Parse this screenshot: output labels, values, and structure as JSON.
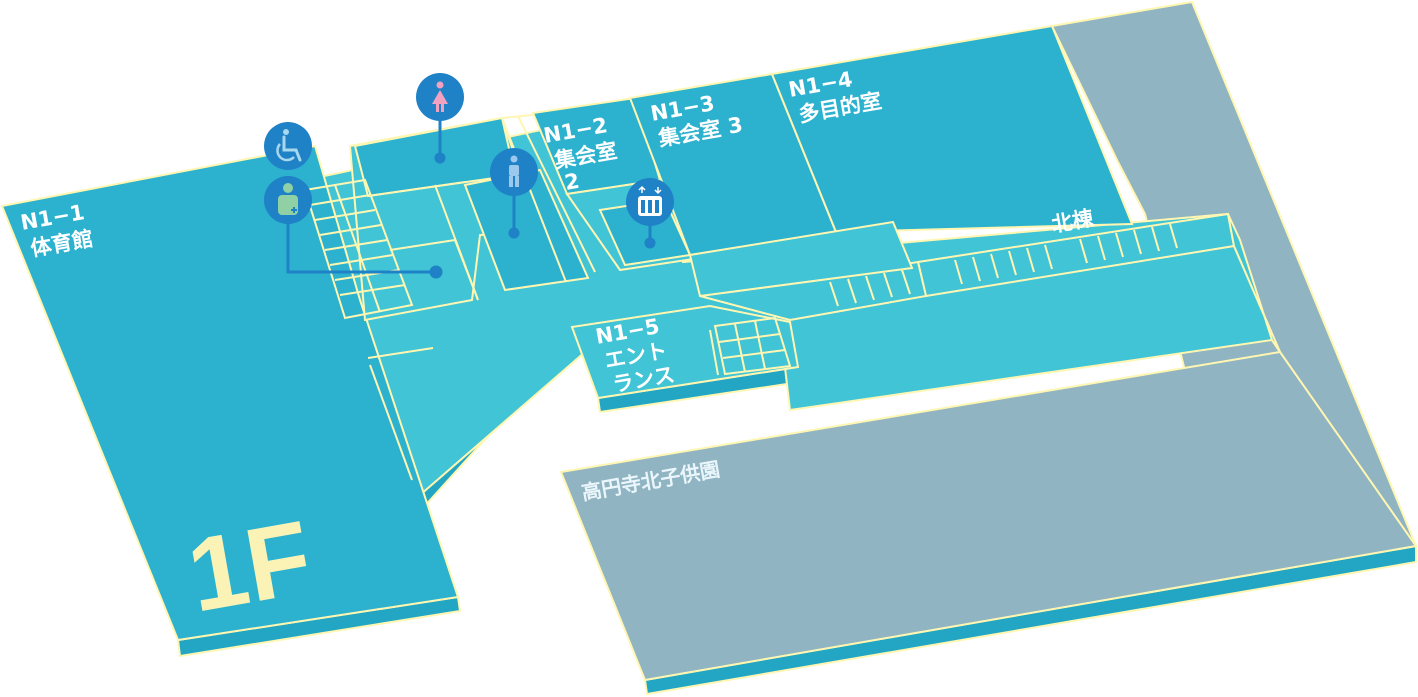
{
  "floor": {
    "label": "1F"
  },
  "colors": {
    "room": "#2cb2cf",
    "corridor": "#40c4d6",
    "slab_side": "#22a6c4",
    "outline": "#fff6b2",
    "grey_area": "#90b4c2",
    "marker": "#1f81c6",
    "female_icon": "#f2a2c0",
    "male_icon": "#9cc8ee",
    "first_aid_icon": "#8fd1a5"
  },
  "rooms": {
    "n1_1": {
      "code": "N1−1",
      "name": "体育館"
    },
    "n1_2": {
      "code": "N1−2",
      "name_line1": "集会室",
      "name_line2": "2"
    },
    "n1_3": {
      "code": "N1−3",
      "name": "集会室 3"
    },
    "n1_4": {
      "code": "N1−4",
      "name": "多目的室"
    },
    "n1_5": {
      "code": "N1−5",
      "name_line1": "エント",
      "name_line2": "ランス"
    }
  },
  "areas": {
    "north_wing": "北棟",
    "park": "高円寺北子供園"
  },
  "markers": [
    {
      "icon": "wheelchair-icon",
      "meaning": "accessible toilet"
    },
    {
      "icon": "first-aid-icon",
      "meaning": "first aid"
    },
    {
      "icon": "female-icon",
      "meaning": "women's toilet"
    },
    {
      "icon": "male-icon",
      "meaning": "men's toilet"
    },
    {
      "icon": "elevator-icon",
      "meaning": "elevator"
    }
  ]
}
